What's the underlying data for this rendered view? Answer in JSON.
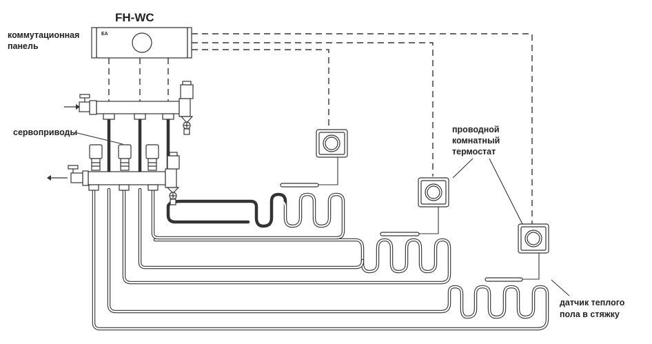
{
  "panel": {
    "model": "FH-WC",
    "label_line1": "коммутационная",
    "label_line2": "панель",
    "logo": "ЕА"
  },
  "actuators": {
    "label": "сервоприводы",
    "count": 3
  },
  "thermostat": {
    "label_line1": "проводной",
    "label_line2": "комнатный",
    "label_line3": "термостат",
    "count": 3
  },
  "floor_sensor": {
    "label_line1": "датчик теплого",
    "label_line2": "пола в стяжку"
  },
  "icons": [
    "inlet-arrow-icon",
    "outlet-arrow-icon",
    "valve-handle-icon",
    "air-vent-icon",
    "drain-valve-icon"
  ],
  "colors": {
    "line": "#333333",
    "background": "#ffffff"
  }
}
